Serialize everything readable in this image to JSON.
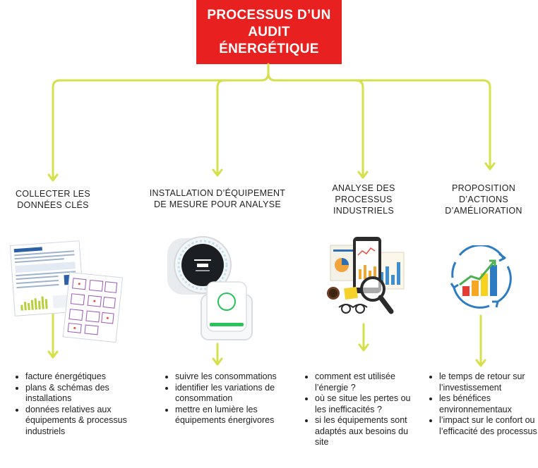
{
  "title": {
    "lines": [
      "PROCESSUS D’UN",
      "AUDIT",
      "ÉNERGÉTIQUE"
    ]
  },
  "colors": {
    "title_bg": "#e8201f",
    "connector": "#d6e04a",
    "title_text": "#ffffff"
  },
  "columns": [
    {
      "title_lines": [
        "COLLECTER LES",
        "DONNÉES CLÉS"
      ],
      "illustration": "documents-and-plans-icon",
      "items": [
        "facture énergétiques",
        "plans & schémas des installations",
        "données relatives aux équipements & processus industriels"
      ]
    },
    {
      "title_lines": [
        "INSTALLATION D’ÉQUIPEMENT",
        "DE MESURE POUR ANALYSE"
      ],
      "illustration": "thermostat-and-energy-meter-icon",
      "items": [
        "suivre les consommations",
        "identifier les variations de consommation",
        "mettre en lumière les équipements énergivores"
      ]
    },
    {
      "title_lines": [
        "ANALYSE DES",
        "PROCESSUS",
        "INDUSTRIELS"
      ],
      "illustration": "data-analysis-icon",
      "items": [
        "comment est utilisée l’énergie ?",
        "où se situe les pertes ou les inefficacités ?",
        "si les équipements sont adaptés aux besoins du site"
      ]
    },
    {
      "title_lines": [
        "PROPOSITION",
        "D’ACTIONS",
        "D’AMÉLIORATION"
      ],
      "illustration": "growth-chart-icon",
      "items": [
        "le temps de retour sur l’investissement",
        "les bénéfices environnementaux",
        "l’impact sur le confort ou l’efficacité des processus"
      ]
    }
  ]
}
